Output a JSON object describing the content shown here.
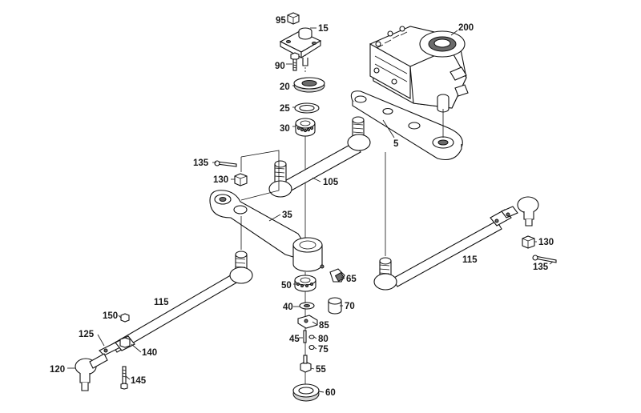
{
  "diagram": {
    "labels": {
      "l95": "95",
      "l15": "15",
      "l90": "90",
      "l20": "20",
      "l25": "25",
      "l30": "30",
      "l200": "200",
      "l5": "5",
      "l135a": "135",
      "l130a": "130",
      "l105": "105",
      "l35": "35",
      "l65": "65",
      "l50": "50",
      "l70": "70",
      "l40": "40",
      "l85": "85",
      "l45": "45",
      "l80": "80",
      "l75": "75",
      "l55": "55",
      "l60": "60",
      "l115a": "115",
      "l115b": "115",
      "l130b": "130",
      "l135b": "135",
      "l150": "150",
      "l125": "125",
      "l140": "140",
      "l120": "120",
      "l145": "145"
    }
  }
}
